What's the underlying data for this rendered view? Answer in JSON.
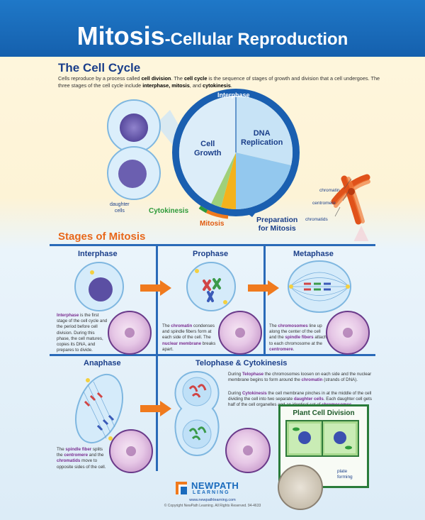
{
  "header": {
    "title_main": "Mitosis",
    "title_sub": "-Cellular Reproduction",
    "bg_color": "#1a6bbd"
  },
  "cell_cycle": {
    "title": "The Cell Cycle",
    "intro_p1": "Cells reproduce by a process called ",
    "intro_b1": "cell division",
    "intro_p2": ". The ",
    "intro_b2": "cell cycle",
    "intro_p3": " is the sequence of stages of growth and division that a cell undergoes. The three stages of the cell cycle include ",
    "intro_b3": "interphase, mitosis",
    "intro_p4": ", and ",
    "intro_b4": "cytokinesis",
    "intro_p5": ".",
    "daughter_cells": "daughter\ncells",
    "ring_label": "Interphase",
    "growth": "Cell\nGrowth",
    "dna": "DNA\nReplication",
    "cytokinesis": "Cytokinesis",
    "mitosis": "Mitosis",
    "preparation": "Preparation\nfor Mitosis",
    "chromatin": "chromatin",
    "centromere": "centromere",
    "chromatids": "chromatids"
  },
  "stages": {
    "title": "Stages of Mitosis",
    "interphase": {
      "title": "Interphase",
      "k1": "Interphase",
      "t1": " is the first stage of the cell cycle and the period before cell division. During this phase, the cell matures, copies its DNA, and prepares to divide."
    },
    "prophase": {
      "title": "Prophase",
      "t0": "The ",
      "k1": "chromatin",
      "t1": " condenses and spindle fibers form at each side of the cell. The ",
      "k2": "nuclear membrane",
      "t2": " breaks apart."
    },
    "metaphase": {
      "title": "Metaphase",
      "t0": "The ",
      "k1": "chromosomes",
      "t1": " line up along the center of the cell and the ",
      "k2": "spindle fibers",
      "t2": " attach to each chromosome at the ",
      "k3": "centromere",
      "t3": "."
    },
    "anaphase": {
      "title": "Anaphase",
      "t0": "The ",
      "k1": "spindle fiber",
      "t1": " splits the ",
      "k2": "centromere",
      "t2": " and the ",
      "k3": "chromatids",
      "t3": " move to opposite sides of the cell."
    },
    "telophase": {
      "title": "Telophase & Cytokinesis",
      "p1_t0": "During ",
      "p1_k1": "Telophase",
      "p1_t1": " the chromosomes loosen on each side and the nuclear membrane begins to form around the ",
      "p1_k2": "chromatin",
      "p1_t2": " (strands of DNA).",
      "p2_t0": "During ",
      "p2_k1": "Cytokinesis",
      "p2_t1": " the cell membrane pinches in at the middle of the cell dividing the cell into two separate ",
      "p2_k2": "daughter cells",
      "p2_t2": ". Each daughter cell gets half of the cell organelles and an identical set of ",
      "p2_k3": "chromosomes",
      "p2_t3": "."
    },
    "plant": {
      "title": "Plant Cell Division",
      "plate": "plate\nforming"
    }
  },
  "footer": {
    "logo_word1": "NEWPATH",
    "logo_word2": "LEARNING",
    "url": "www.newpathlearning.com",
    "copyright": "© Copyright NewPath Learning. All Rights Reserved. 94-4633"
  },
  "colors": {
    "blue": "#1a6bbd",
    "orange": "#f07a1d",
    "green": "#2e9a3a",
    "purple": "#7a2d90"
  }
}
